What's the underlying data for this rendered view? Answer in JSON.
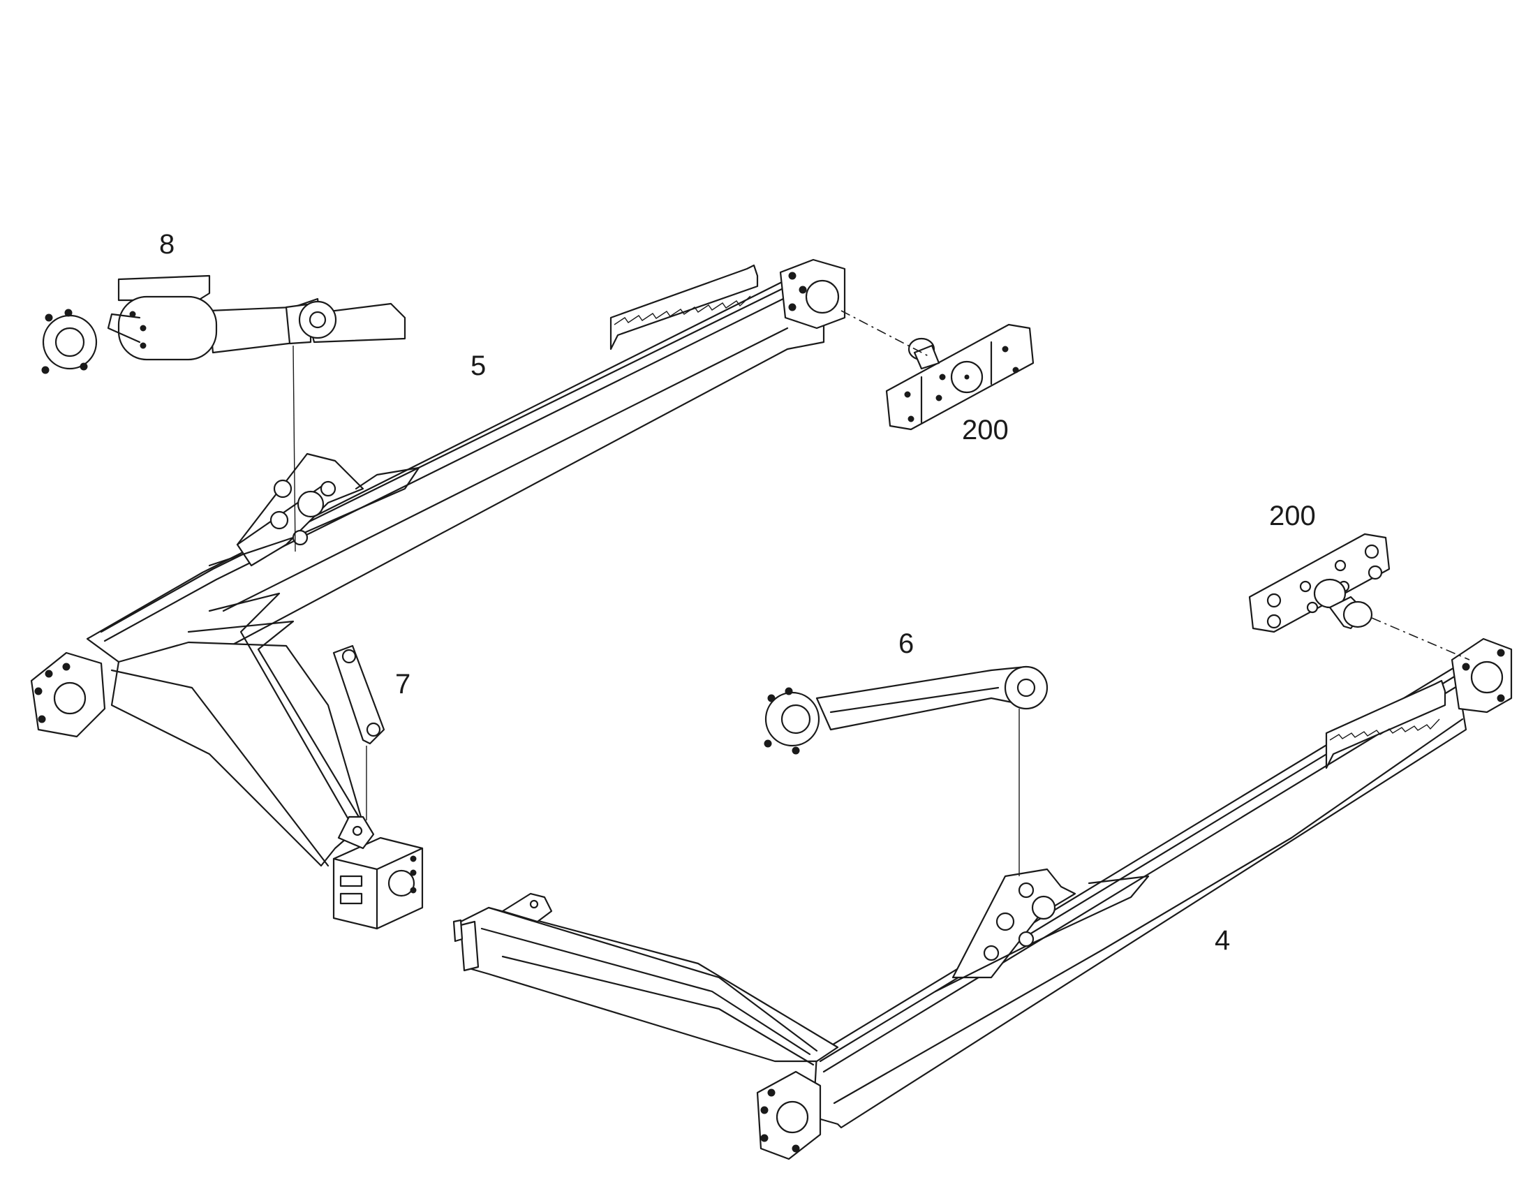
{
  "diagram": {
    "labels": {
      "part_8": "8",
      "part_5": "5",
      "part_200_top": "200",
      "part_200_right": "200",
      "part_6": "6",
      "part_7": "7",
      "part_4": "4"
    },
    "colors": {
      "line": "#1a1a1a",
      "background": "#ffffff",
      "shade": "#d9d9d9"
    }
  }
}
